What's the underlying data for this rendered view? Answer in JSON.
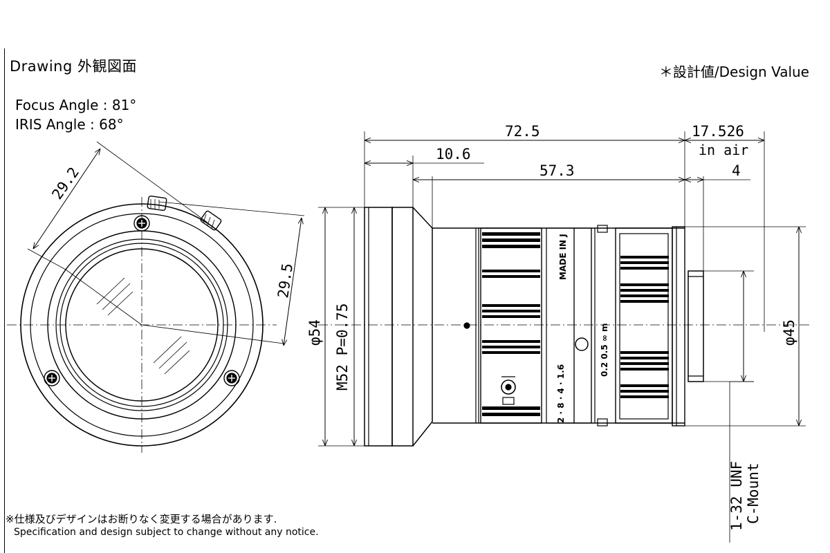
{
  "title": "Drawing  外観図面",
  "design_note": "＊設計値/Design Value",
  "angles": {
    "focus": "Focus Angle : 81°",
    "iris": "IRIS Angle : 68°"
  },
  "front_view": {
    "dim_a": "29.2",
    "dim_b": "29.5"
  },
  "side_view": {
    "overall_length": "72.5",
    "front_length": "10.6",
    "body_length": "57.3",
    "flange_back": "17.526",
    "flange_back_note": "in air",
    "mount_depth": "4",
    "front_diameter": "φ54",
    "filter_thread": "M52  P=0.75",
    "rear_diameter": "φ45",
    "mount_thread": "1-32 UNF",
    "mount_type": "C-Mount"
  },
  "lens_markings": {
    "made_in": "MADE IN J",
    "iris_scale": "2 · 8 · 4 · 1.6",
    "focus_scale": "0.2  0.5 ∞ m"
  },
  "footnote": {
    "japanese": "※仕様及びデザインはお断りなく変更する場合があります.",
    "english": "Specification and design subject to change without any notice."
  }
}
